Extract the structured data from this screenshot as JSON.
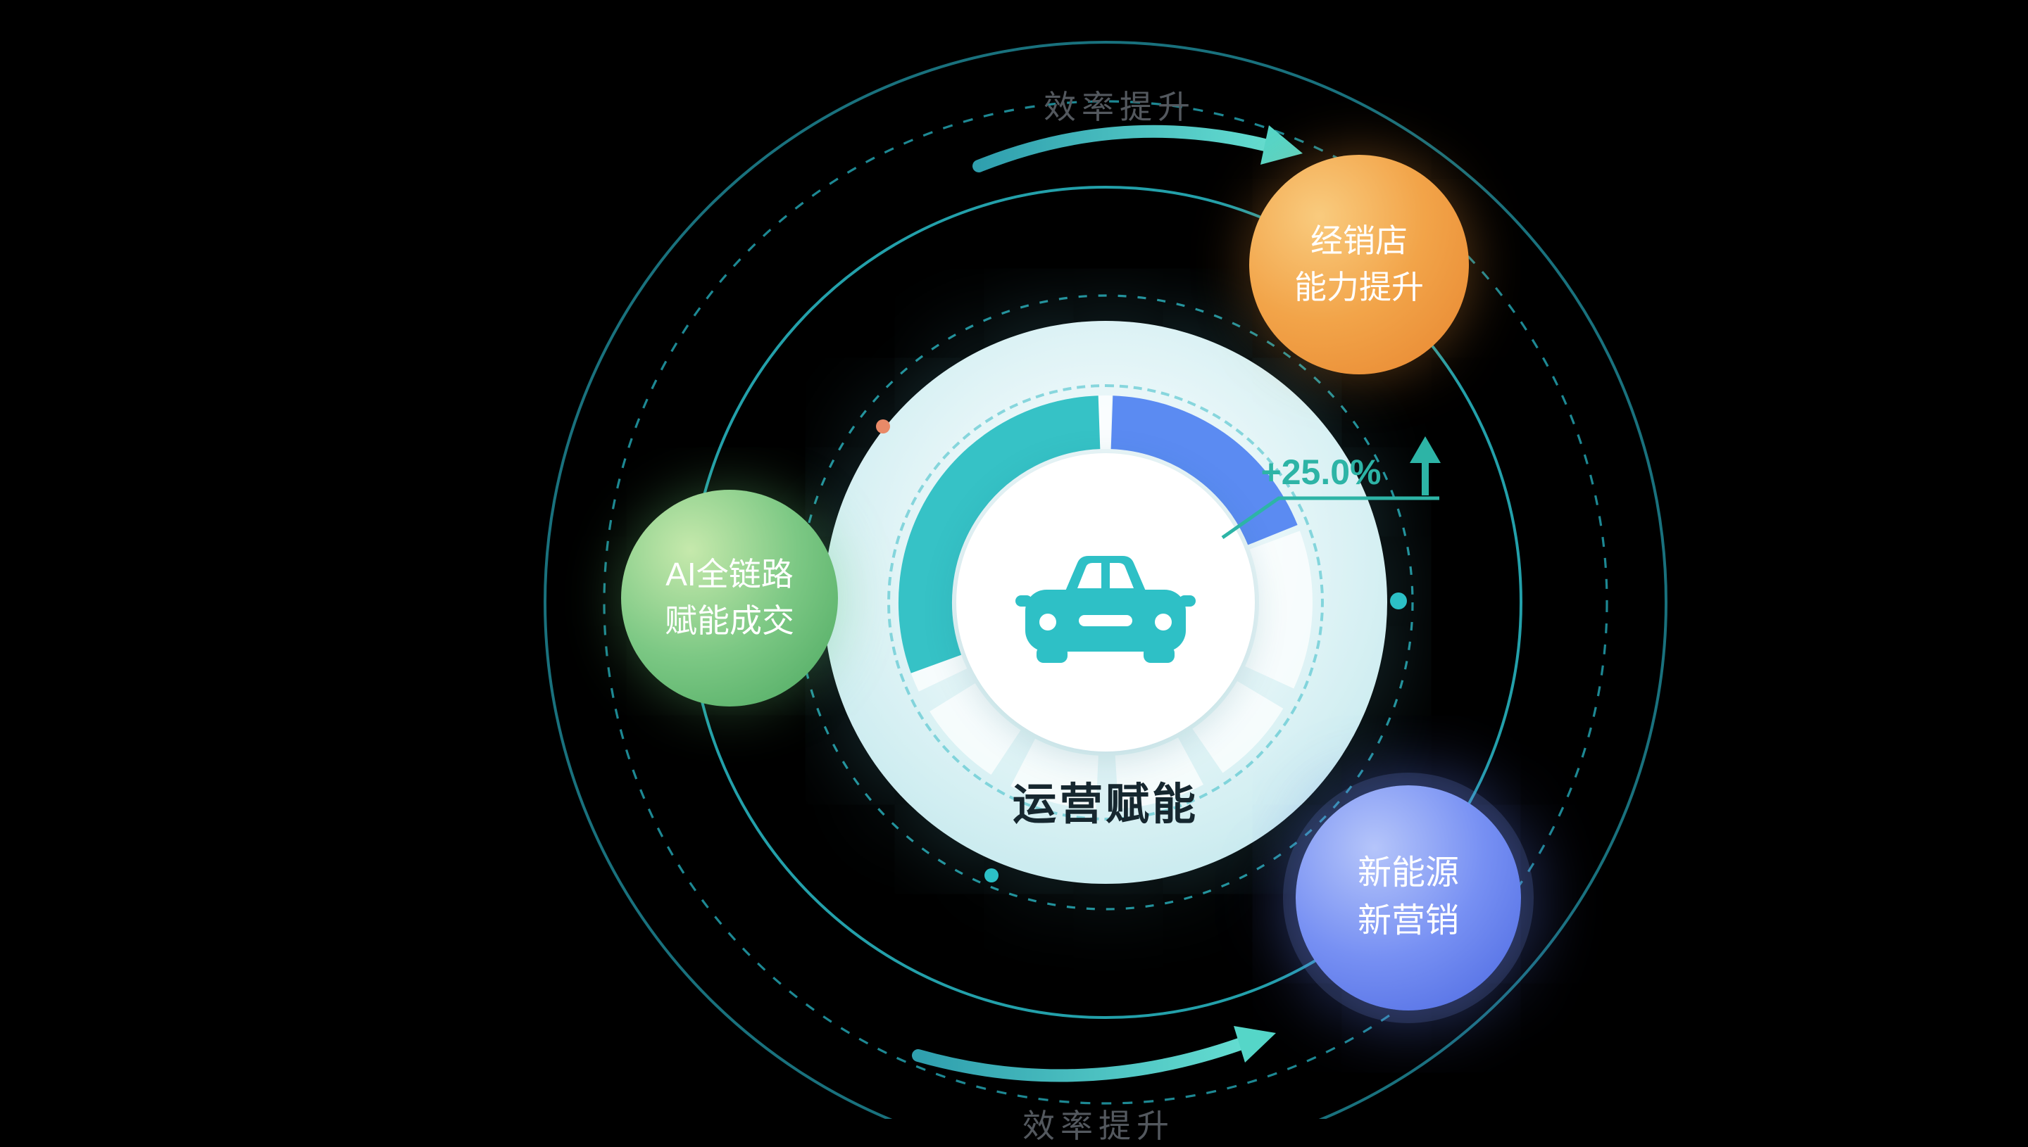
{
  "center": {
    "label": "运营赋能",
    "metric_label": "+25.0%",
    "icon": "car-icon"
  },
  "satellites": {
    "dealer": {
      "line1": "经销店",
      "line2": "能力提升"
    },
    "ai": {
      "line1": "AI全链路",
      "line2": "赋能成交"
    },
    "nev": {
      "line1": "新能源",
      "line2": "新营销"
    }
  },
  "flow": {
    "top_label": "效率提升",
    "bottom_label": "效率提升"
  },
  "colors": {
    "background": "#000000",
    "orbit_teal": "#23a0aa",
    "gauge_teal": "#36c2c6",
    "gauge_blue": "#5b8bf2",
    "metric_teal": "#2db4a6",
    "ball_orange": "#f2a449",
    "ball_green": "#5cb86a",
    "ball_blue": "#5b7ef0",
    "flow_label_gray": "#53585e",
    "disc_light_teal": "#d6f0f3"
  }
}
